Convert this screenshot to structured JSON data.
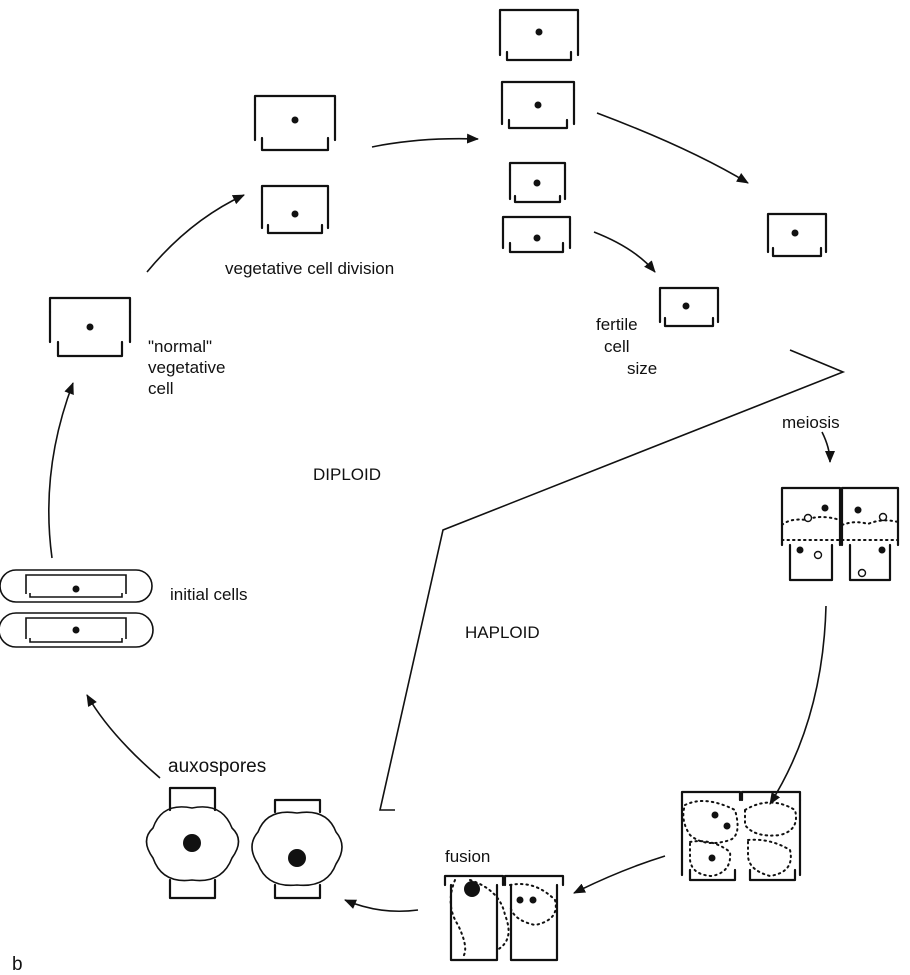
{
  "labels": {
    "vegetative_cell_division": "vegetative cell division",
    "normal_vegetative_cell": [
      "\"normal\"",
      "vegetative",
      "cell"
    ],
    "fertile_cell_size": [
      "fertile",
      "cell",
      "size"
    ],
    "meiosis": "meiosis",
    "diploid": "DIPLOID",
    "haploid": "HAPLOID",
    "initial_cells": "initial cells",
    "auxospores": "auxospores",
    "fusion": "fusion",
    "panel": "b"
  }
}
